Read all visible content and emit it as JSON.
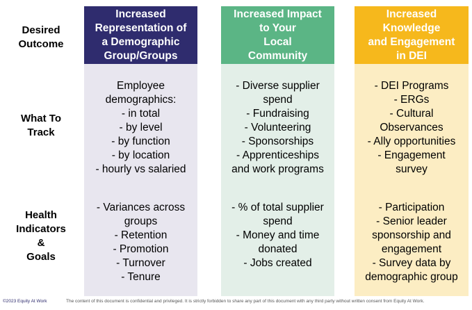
{
  "row_labels": {
    "desired_outcome": [
      "Desired",
      "Outcome"
    ],
    "what_to_track": [
      "What To",
      "Track"
    ],
    "health_indicators": [
      "Health",
      "Indicators",
      "&",
      "Goals"
    ]
  },
  "colors": {
    "col1_header": "#2f2c6e",
    "col1_body": "#e8e6ef",
    "col2_header": "#5bb585",
    "col2_body": "#e3efe8",
    "col3_header": "#f6b81c",
    "col3_body": "#fcedc3"
  },
  "columns": [
    {
      "header": [
        "Increased",
        "Representation of",
        "a Demographic",
        "Group/Groups"
      ],
      "track": [
        "Employee",
        "demographics:",
        "- in total",
        "- by level",
        "- by function",
        "- by location",
        "- hourly vs salaried"
      ],
      "health": [
        "- Variances across",
        "groups",
        "- Retention",
        "- Promotion",
        "- Turnover",
        "- Tenure"
      ]
    },
    {
      "header": [
        "Increased Impact",
        "to Your",
        "Local",
        "Community"
      ],
      "track": [
        "- Diverse supplier",
        "spend",
        "- Fundraising",
        "- Volunteering",
        "- Sponsorships",
        "- Apprenticeships",
        "and work programs"
      ],
      "health": [
        "- % of total supplier",
        "spend",
        "- Money and time",
        "donated",
        "- Jobs created"
      ]
    },
    {
      "header": [
        "Increased",
        "Knowledge",
        "and Engagement",
        "in DEI"
      ],
      "track": [
        "- DEI Programs",
        "- ERGs",
        "- Cultural",
        "Observances",
        "- Ally opportunities",
        "- Engagement",
        "survey"
      ],
      "health": [
        "- Participation",
        "- Senior leader",
        "sponsorship and",
        "engagement",
        "- Survey data by",
        "demographic group"
      ]
    }
  ],
  "footer": {
    "copyright": "©2023 Equity At Work",
    "notice": "The content of this document is confidential and privileged. It is strictly forbidden to share any part of this document with any third party without written consent from Equity At Work."
  }
}
